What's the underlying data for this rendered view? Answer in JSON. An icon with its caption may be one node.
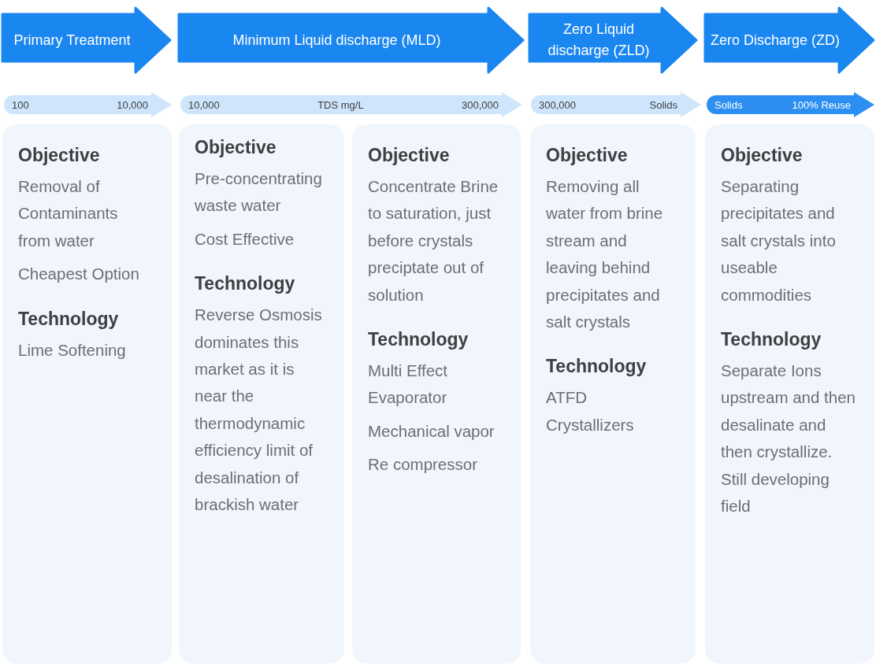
{
  "diagram": {
    "nodes": [
      {
        "text": [
          "Primary Treatment"
        ]
      },
      {
        "text": [
          "Minimum Liquid discharge (MLD)"
        ]
      },
      {
        "text": [
          "Zero Liquid discharge (ZLD)"
        ]
      },
      {
        "text": [
          "Zero Discharge (ZD)"
        ]
      },
      {
        "text": [
          "100",
          "10,000"
        ]
      },
      {
        "text": [
          "10,000",
          "TDS mg/L",
          "300,000"
        ]
      },
      {
        "text": [
          "300,000",
          "Solids"
        ]
      },
      {
        "text": [
          "Solids",
          "100% Reuse"
        ]
      },
      {
        "text": [
          "Objective",
          "Removal of Contaminants from water",
          "Cheapest Option",
          "Technology",
          "Lime Softening"
        ]
      },
      {
        "text": [
          "Objective",
          "Pre-concentrating waste water",
          "Cost Effective",
          "Technology",
          "Reverse Osmosis dominates this market as it is near the thermodynamic efficiency limit of desalination of brackish water"
        ]
      },
      {
        "text": [
          "Objective",
          "Concentrate Brine to saturation, just before crystals preciptate out of solution",
          "Technology",
          "Multi Effect Evaporator",
          "Mechanical vapor",
          "Re compressor"
        ]
      },
      {
        "text": [
          "Objective",
          "Removing all water from brine stream and leaving behind precipitates and salt crystals",
          "Technology",
          "ATFD Crystallizers"
        ]
      },
      {
        "text": [
          "Objective",
          "Separating precipitates and salt crystals into useable commodities",
          "Technology",
          "Separate Ions upstream and then desalinate and then crystallize. Still developing field"
        ]
      }
    ]
  }
}
